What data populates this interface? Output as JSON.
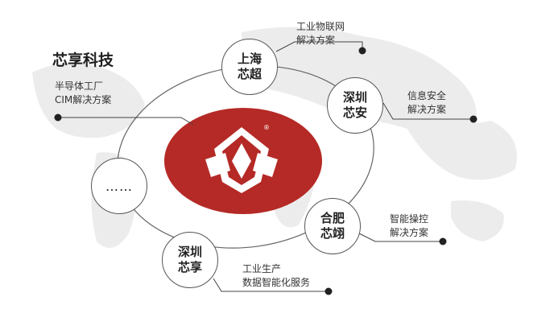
{
  "title": "芯享科技",
  "center_logo": {
    "name": "logo-icon",
    "color": "#b52a26",
    "registered_mark": "®"
  },
  "nodes": [
    {
      "id": "shanghai",
      "line1": "上海",
      "line2": "芯超"
    },
    {
      "id": "shenzhen-an",
      "line1": "深圳",
      "line2": "芯安"
    },
    {
      "id": "hefei",
      "line1": "合肥",
      "line2": "芯翊"
    },
    {
      "id": "shenzhen-xiang",
      "line1": "深圳",
      "line2": "芯享"
    },
    {
      "id": "more",
      "line1": "……",
      "line2": ""
    }
  ],
  "labels": {
    "semiconductor": {
      "line1": "半导体工厂",
      "line2": "CIM解决方案"
    },
    "industrial_iot": {
      "line1": "工业物联网",
      "line2": "解决方案"
    },
    "info_security": {
      "line1": "信息安全",
      "line2": "解决方案"
    },
    "smart_control": {
      "line1": "智能操控",
      "line2": "解决方案"
    },
    "production_data": {
      "line1": "工业生产",
      "line2": "数据智能化服务"
    }
  },
  "colors": {
    "accent": "#b52a26",
    "line": "#444444",
    "map": "#e9e9e9"
  }
}
